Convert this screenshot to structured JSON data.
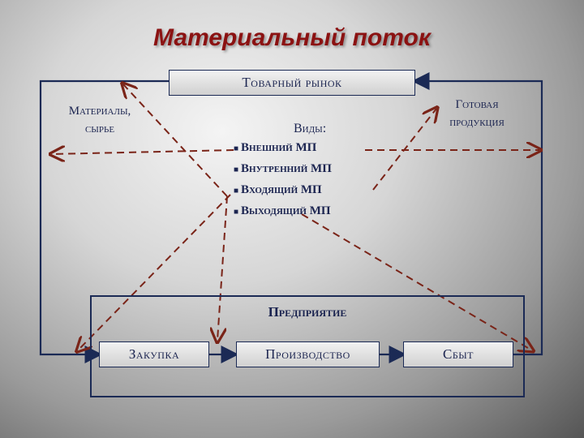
{
  "title": "Материальный поток",
  "market": "Товарный рынок",
  "materials": "Материалы,\nсырье",
  "finished": "Готовая\nпродукция",
  "types": {
    "header": "Виды:",
    "items": [
      "Внешний МП",
      "Внутренний МП",
      "Входящий МП",
      "Выходящий МП"
    ]
  },
  "enterprise": {
    "title": "Предприятие",
    "blocks": [
      "Закупка",
      "Производство",
      "Сбыт"
    ]
  },
  "colors": {
    "frame": "#1b2a55",
    "dashed": "#7a2418",
    "title": "#8b1212"
  }
}
